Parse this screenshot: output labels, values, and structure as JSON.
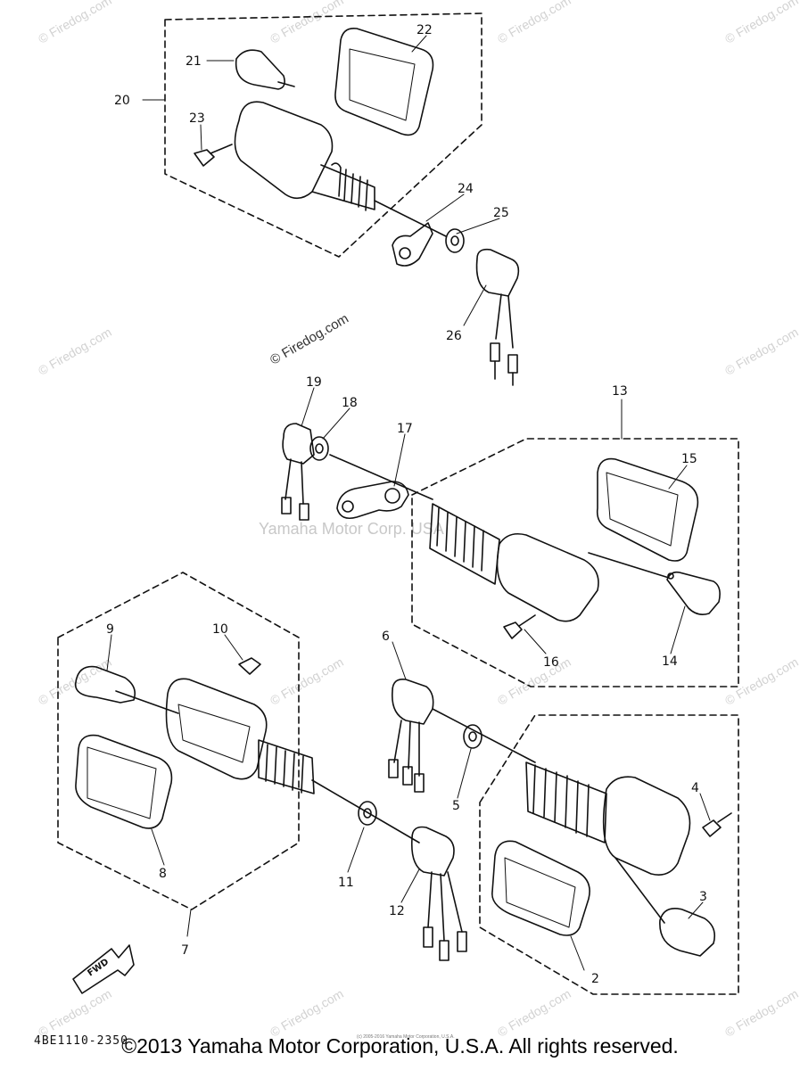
{
  "watermark": {
    "text": "© Firedog.com",
    "center_text": "Yamaha Motor Corp. USA"
  },
  "parts": [
    "2",
    "3",
    "4",
    "5",
    "6",
    "7",
    "8",
    "9",
    "10",
    "11",
    "12",
    "13",
    "14",
    "15",
    "16",
    "17",
    "18",
    "19",
    "20",
    "21",
    "22",
    "23",
    "24",
    "25",
    "26"
  ],
  "part_labels": {
    "p20": "20",
    "p21": "21",
    "p22": "22",
    "p23": "23",
    "p24": "24",
    "p25": "25",
    "p26": "26",
    "p19": "19",
    "p18": "18",
    "p17": "17",
    "p13": "13",
    "p15": "15",
    "p14": "14",
    "p16": "16",
    "p9": "9",
    "p10": "10",
    "p6": "6",
    "p5": "5",
    "p4": "4",
    "p3": "3",
    "p2": "2",
    "p8": "8",
    "p7": "7",
    "p11": "11",
    "p12": "12"
  },
  "fwd_label": "FWD",
  "diagram_code": "4BE1110-2350",
  "copyright": "©2013 Yamaha Motor Corporation, U.S.A. All rights reserved.",
  "fine_print": "(c) 2005-2016 Yamaha Motor Corporation, U.S.A."
}
